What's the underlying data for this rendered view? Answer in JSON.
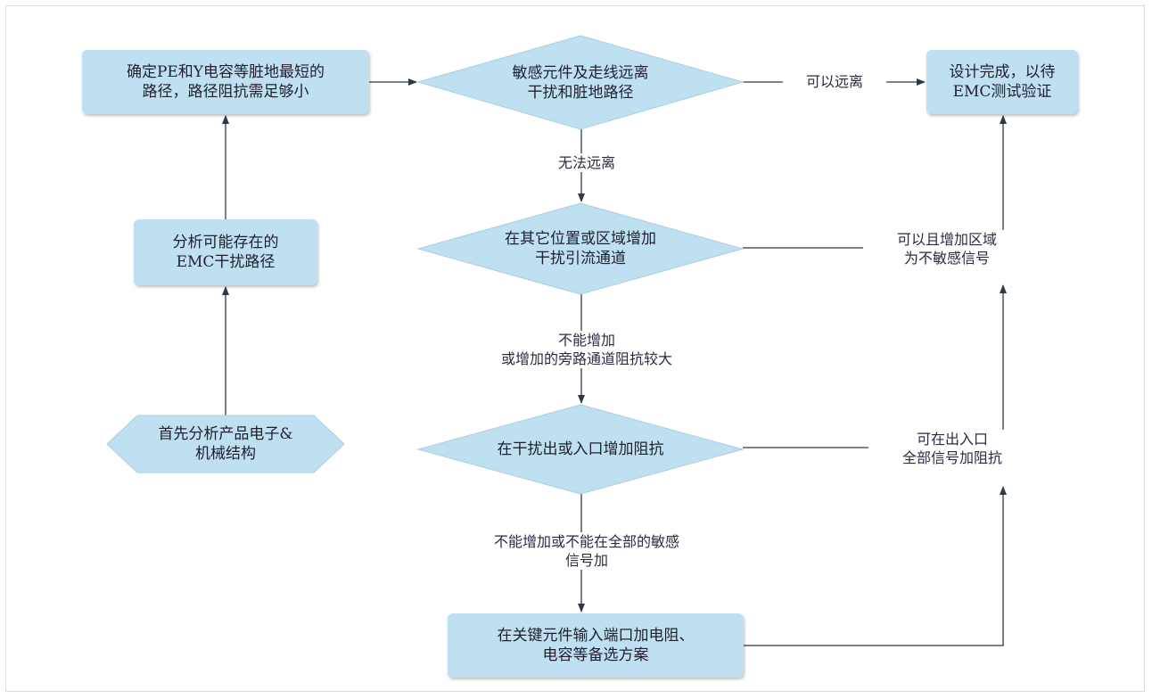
{
  "nodes": {
    "start": "首先分析产品电子&\n机械结构",
    "analyze": "分析可能存在的\nEMC干扰路径",
    "pe_path": "确定PE和Y电容等脏地最短的\n路径，路径阻抗需足够小",
    "decision_away": "敏感元件及走线远离\n干扰和脏地路径",
    "design_done": "设计完成，以待\nEMC测试验证",
    "decision_bypass": "在其它位置或区域增加\n干扰引流通道",
    "decision_impedance": "在干扰出或入口增加阻抗",
    "backup_plan": "在关键元件输入端口加电阻、\n电容等备选方案"
  },
  "labels": {
    "can_away": "可以远离",
    "cannot_away": "无法远离",
    "cannot_add_bypass": "不能增加\n或增加的旁路通道阻抗较大",
    "can_add_region": "可以且增加区域\n为不敏感信号",
    "can_add_io": "可在出入口\n全部信号加阻抗",
    "cannot_add_all": "不能增加或不能在全部的敏感\n信号加"
  },
  "colors": {
    "node_fill": "#bfe0f1",
    "line": "#2f3a44"
  }
}
